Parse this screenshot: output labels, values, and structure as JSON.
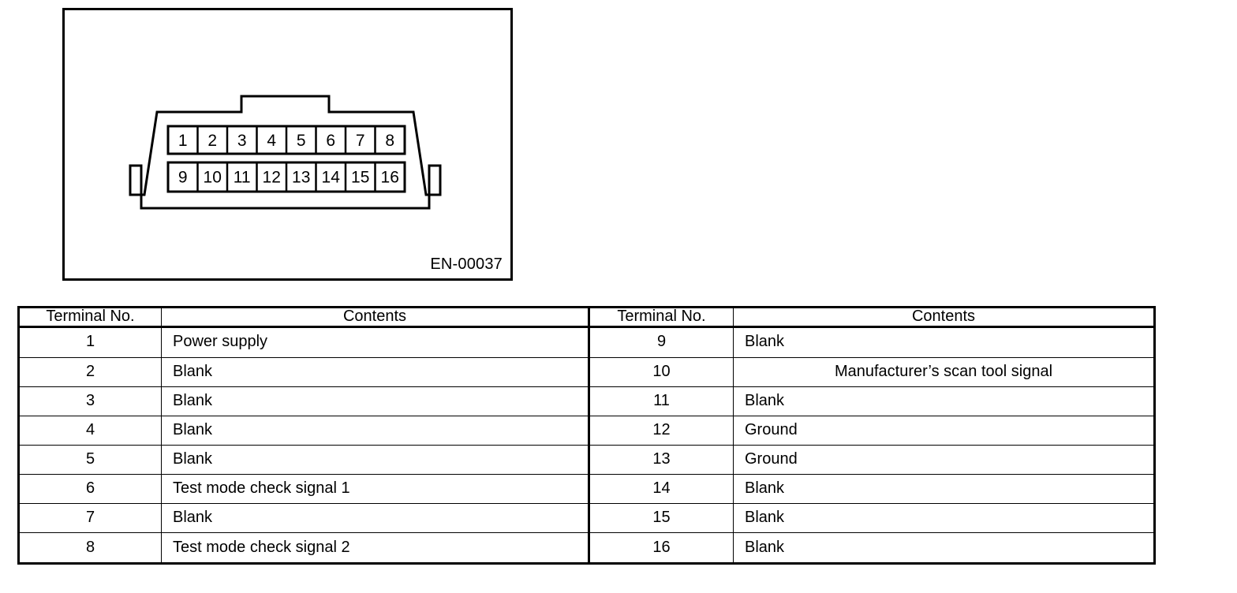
{
  "figure": {
    "code": "EN-00037",
    "connector": {
      "top_row_pins": [
        "1",
        "2",
        "3",
        "4",
        "5",
        "6",
        "7",
        "8"
      ],
      "bottom_row_pins": [
        "9",
        "10",
        "11",
        "12",
        "13",
        "14",
        "15",
        "16"
      ]
    }
  },
  "table": {
    "headers": {
      "terminal": "Terminal No.",
      "contents": "Contents"
    },
    "left_rows": [
      {
        "terminal": "1",
        "contents": "Power supply"
      },
      {
        "terminal": "2",
        "contents": "Blank"
      },
      {
        "terminal": "3",
        "contents": "Blank"
      },
      {
        "terminal": "4",
        "contents": "Blank"
      },
      {
        "terminal": "5",
        "contents": "Blank"
      },
      {
        "terminal": "6",
        "contents": "Test mode check signal 1"
      },
      {
        "terminal": "7",
        "contents": "Blank"
      },
      {
        "terminal": "8",
        "contents": "Test mode check signal 2"
      }
    ],
    "right_rows": [
      {
        "terminal": "9",
        "contents": "Blank"
      },
      {
        "terminal": "10",
        "contents": "Manufacturer’s scan tool signal"
      },
      {
        "terminal": "11",
        "contents": "Blank"
      },
      {
        "terminal": "12",
        "contents": "Ground"
      },
      {
        "terminal": "13",
        "contents": "Ground"
      },
      {
        "terminal": "14",
        "contents": "Blank"
      },
      {
        "terminal": "15",
        "contents": "Blank"
      },
      {
        "terminal": "16",
        "contents": "Blank"
      }
    ]
  },
  "colors": {
    "line": "#000000",
    "background": "#ffffff"
  }
}
